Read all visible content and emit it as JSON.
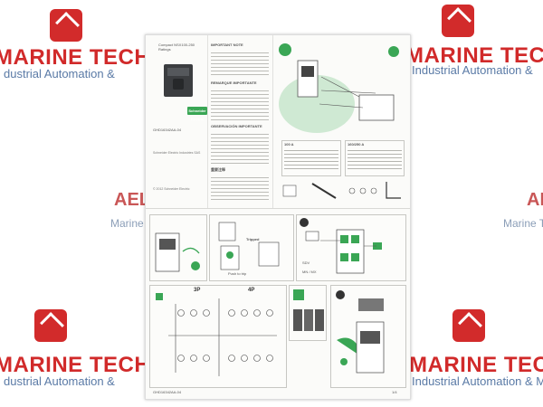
{
  "watermark": {
    "company_name": "MARINE TECH PVT",
    "company_name_cut_left": "MARINE TECH PVT",
    "tagline_cut_left": "dustrial Automation &",
    "tagline_right": "Industrial Automation &",
    "tagline_mid_right": "Industrial Automation & M",
    "short_title": "AEL",
    "short_title_right": "AE",
    "short_sub": "Marine Te",
    "short_sub_right": "Marine T"
  },
  "document": {
    "header_text": "Compact NSX100-250 Ratings",
    "brand": "Schneider Electric",
    "doc_code_top": "GHD16342AA-04",
    "important_note_title": "IMPORTANT NOTE",
    "remarque_title": "REMARQUE IMPORTANTE",
    "observacion_title": "OBSERVACIÓN IMPORTANTE",
    "chinese_title": "重要注释",
    "company_block": "Schneider Electric Industries SAS",
    "table_left_head": "100 A",
    "table_right_head": "160/250 A",
    "tripped_label": "Tripped",
    "push_to_trip_label": "Push to trip",
    "three_pole": "3P",
    "four_pole": "4P",
    "mn_mx": "MN / MX",
    "sdv_label": "SDV",
    "doc_code_bottom": "GHD16342AA-04",
    "page_number": "1/4",
    "copyright": "© 2012 Schneider Electric"
  }
}
